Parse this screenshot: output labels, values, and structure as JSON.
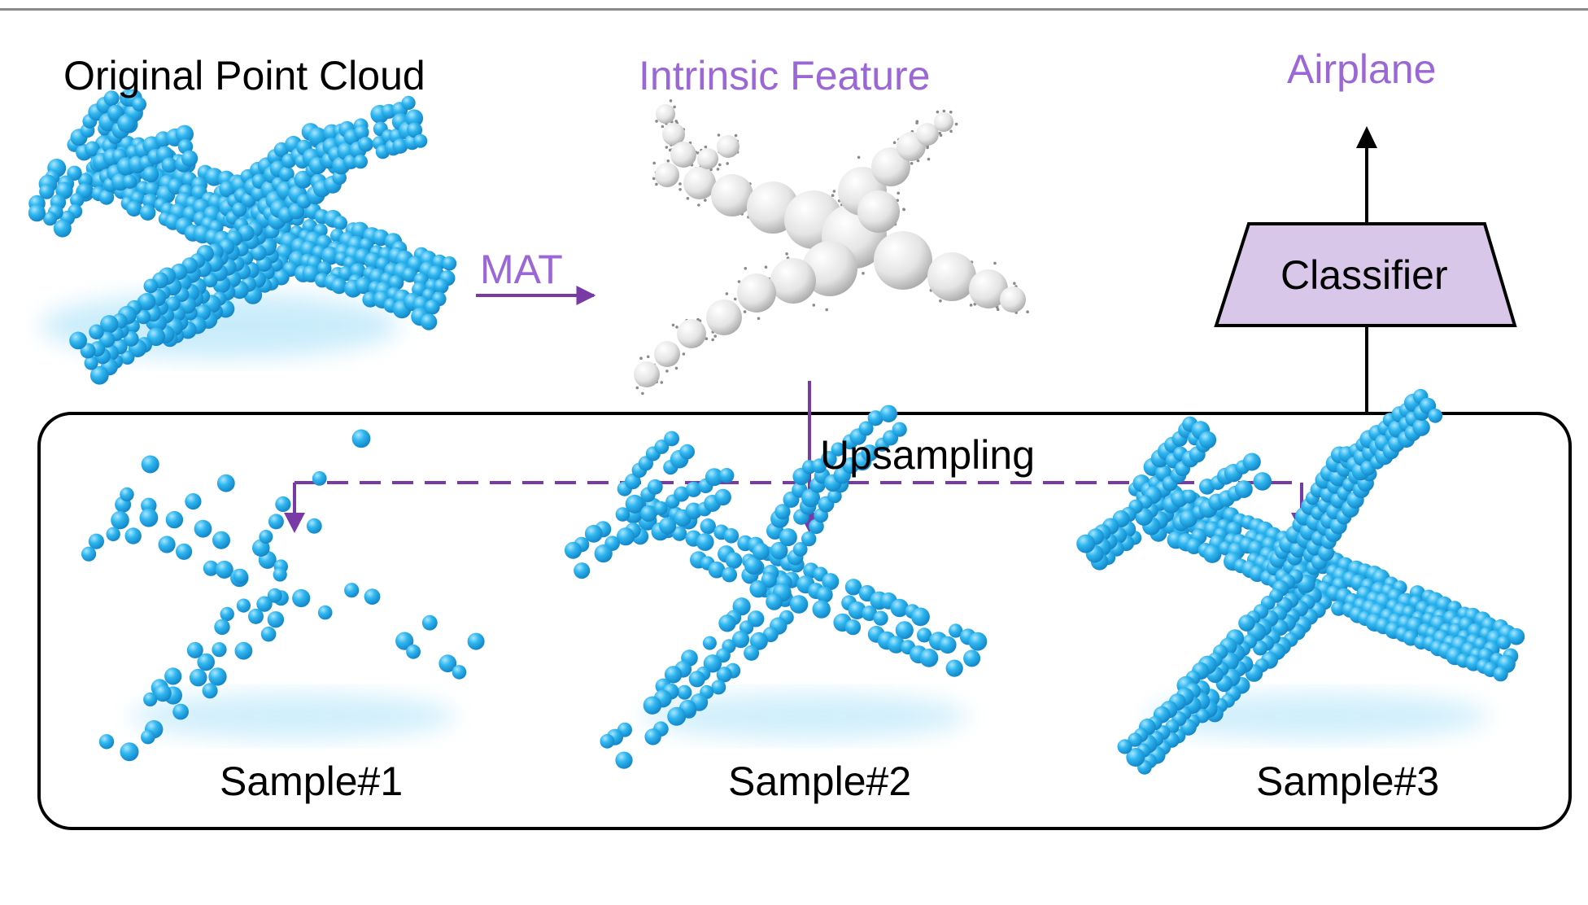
{
  "labels": {
    "original": "Original Point Cloud",
    "intrinsic": "Intrinsic Feature",
    "mat": "MAT",
    "airplane": "Airplane",
    "classifier": "Classifier",
    "upsampling": "Upsampling",
    "sample1": "Sample#1",
    "sample2": "Sample#2",
    "sample3": "Sample#3"
  },
  "colors": {
    "point_blue": "#2fb6ef",
    "mat_purple": "#7a3aa6",
    "label_purple": "#9b67d6",
    "classifier_fill": "#d9c7ea",
    "sphere_gray": "#e4e4e4",
    "line": "#000000"
  },
  "icons": {
    "original": "airplane-point-cloud-icon",
    "intrinsic": "medial-axis-spheres-icon",
    "samples": "upsampled-airplane-icon"
  }
}
